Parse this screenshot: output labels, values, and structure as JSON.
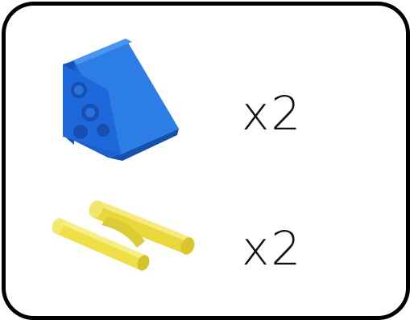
{
  "parts": [
    {
      "icon": "blue-wedge-block",
      "color": "#1f6fd8",
      "quantity_label": "x2"
    },
    {
      "icon": "yellow-twin-pegs",
      "color": "#f0e04a",
      "quantity_label": "x2"
    }
  ]
}
